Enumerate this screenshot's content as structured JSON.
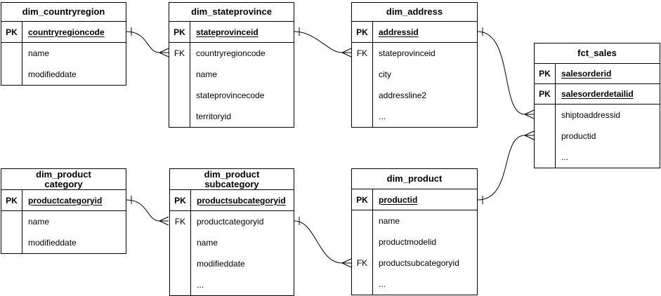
{
  "diagram": {
    "colors": {
      "line": "#000000",
      "background": "#ffffff",
      "text": "#000000"
    },
    "tables": [
      {
        "name": "dim_countryregion",
        "title": "dim_countryregion",
        "rows": [
          {
            "key": "PK",
            "label": "countryregioncode",
            "pk": true
          },
          {
            "key": "",
            "label": "name"
          },
          {
            "key": "",
            "label": "modifieddate"
          }
        ]
      },
      {
        "name": "dim_stateprovince",
        "title": "dim_stateprovince",
        "rows": [
          {
            "key": "PK",
            "label": "stateprovinceid",
            "pk": true
          },
          {
            "key": "FK",
            "label": "countryregioncode"
          },
          {
            "key": "",
            "label": "name"
          },
          {
            "key": "",
            "label": "stateprovincecode"
          },
          {
            "key": "",
            "label": "territoryid"
          }
        ]
      },
      {
        "name": "dim_address",
        "title": "dim_address",
        "rows": [
          {
            "key": "PK",
            "label": "addressid",
            "pk": true
          },
          {
            "key": "FK",
            "label": "stateprovinceid"
          },
          {
            "key": "",
            "label": "city"
          },
          {
            "key": "",
            "label": "addressline2"
          },
          {
            "key": "",
            "label": "..."
          }
        ]
      },
      {
        "name": "fct_sales",
        "title": "fct_sales",
        "rows": [
          {
            "key": "PK",
            "label": "salesorderid",
            "pk": true
          },
          {
            "key": "PK",
            "label": "salesorderdetailid",
            "pk": true
          },
          {
            "key": "",
            "label": "shiptoaddressid"
          },
          {
            "key": "",
            "label": "productid"
          },
          {
            "key": "",
            "label": "..."
          }
        ]
      },
      {
        "name": "dim_productcategory",
        "title": "dim_product\ncategory",
        "rows": [
          {
            "key": "PK",
            "label": "productcategoryid",
            "pk": true
          },
          {
            "key": "",
            "label": "name"
          },
          {
            "key": "",
            "label": "modifieddate"
          }
        ]
      },
      {
        "name": "dim_productsubcategory",
        "title": "dim_product\nsubcategory",
        "rows": [
          {
            "key": "PK",
            "label": "productsubcategoryid",
            "pk": true
          },
          {
            "key": "FK",
            "label": "productcategoryid"
          },
          {
            "key": "",
            "label": "name"
          },
          {
            "key": "",
            "label": "modifieddate"
          },
          {
            "key": "",
            "label": "..."
          }
        ]
      },
      {
        "name": "dim_product",
        "title": "dim_product",
        "rows": [
          {
            "key": "PK",
            "label": "productid",
            "pk": true
          },
          {
            "key": "",
            "label": "name"
          },
          {
            "key": "",
            "label": "productmodelid"
          },
          {
            "key": "FK",
            "label": "productsubcategoryid"
          },
          {
            "key": "",
            "label": "..."
          }
        ]
      }
    ],
    "relationships": [
      {
        "from": "dim_countryregion.countryregioncode",
        "to": "dim_stateprovince.countryregioncode",
        "from_cardinality": "one",
        "to_cardinality": "many"
      },
      {
        "from": "dim_stateprovince.stateprovinceid",
        "to": "dim_address.stateprovinceid",
        "from_cardinality": "one",
        "to_cardinality": "many"
      },
      {
        "from": "dim_address.addressid",
        "to": "fct_sales.shiptoaddressid",
        "from_cardinality": "one",
        "to_cardinality": "many"
      },
      {
        "from": "dim_product.productid",
        "to": "fct_sales.productid",
        "from_cardinality": "one",
        "to_cardinality": "many"
      },
      {
        "from": "dim_productcategory.productcategoryid",
        "to": "dim_productsubcategory.productcategoryid",
        "from_cardinality": "one",
        "to_cardinality": "many"
      },
      {
        "from": "dim_productsubcategory.productsubcategoryid",
        "to": "dim_product.productsubcategoryid",
        "from_cardinality": "one",
        "to_cardinality": "many"
      }
    ]
  }
}
